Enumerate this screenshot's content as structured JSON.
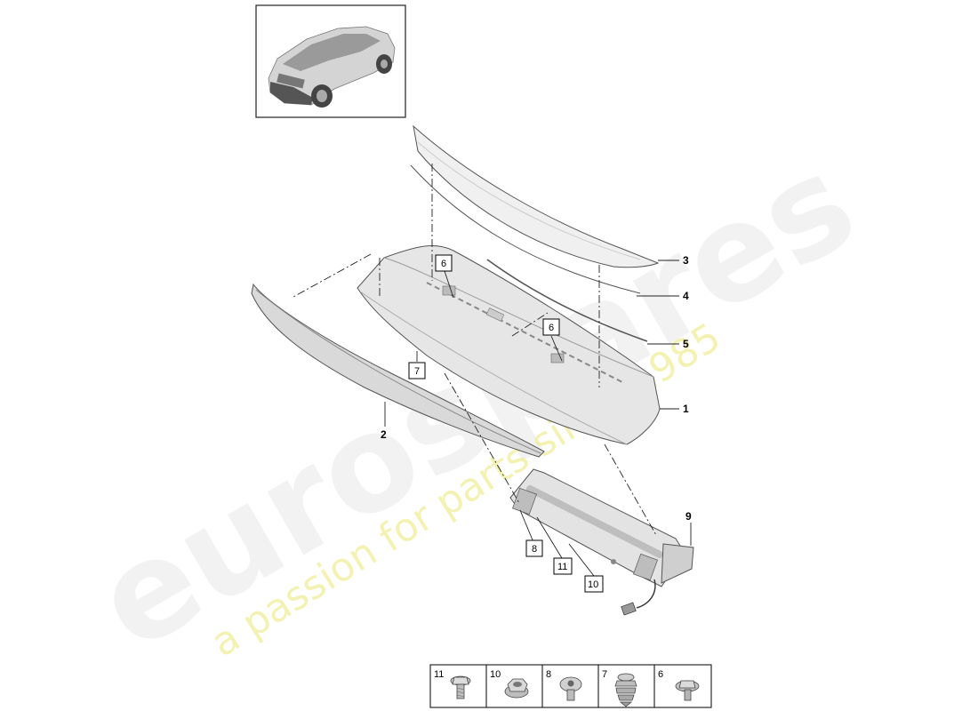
{
  "watermark": {
    "brand": "eurospares",
    "tagline": "a passion for parts since 1985"
  },
  "callouts": {
    "c1": "1",
    "c2": "2",
    "c3": "3",
    "c4": "4",
    "c5": "5",
    "c6a": "6",
    "c6b": "6",
    "c7": "7",
    "c8": "8",
    "c9": "9",
    "c10": "10",
    "c11": "11"
  },
  "legend": {
    "items": [
      {
        "number": "11",
        "icon": "flange-bolt-icon"
      },
      {
        "number": "10",
        "icon": "hex-nut-icon"
      },
      {
        "number": "8",
        "icon": "torx-screw-icon"
      },
      {
        "number": "7",
        "icon": "expanding-clip-icon"
      },
      {
        "number": "6",
        "icon": "washer-screw-icon"
      }
    ]
  }
}
